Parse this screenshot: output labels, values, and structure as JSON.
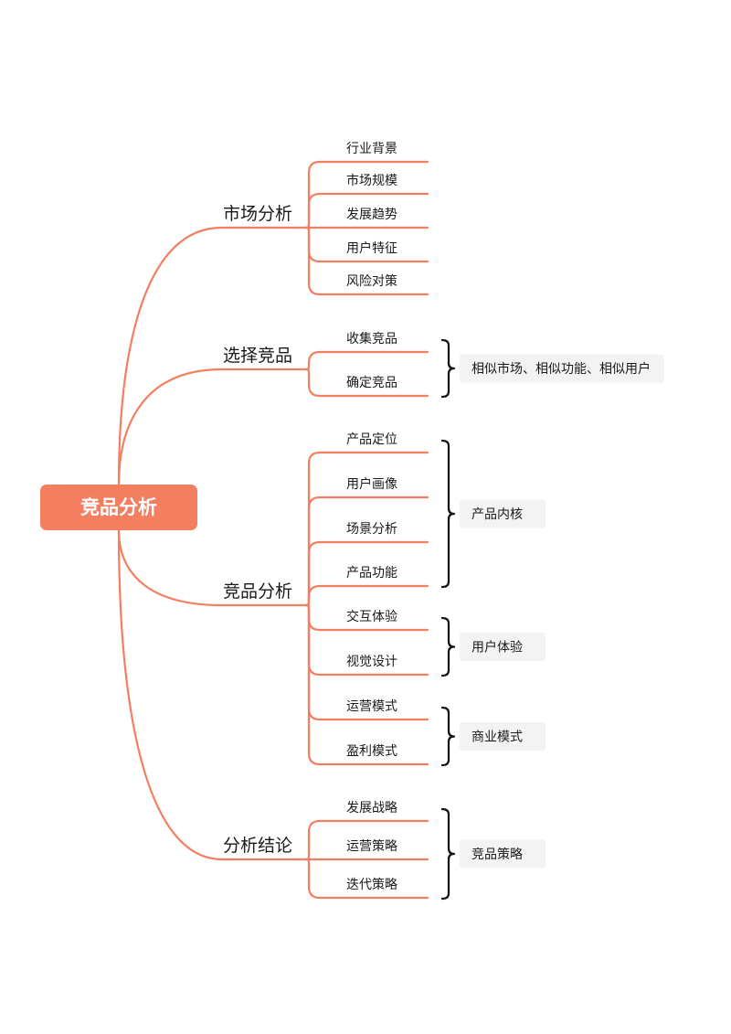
{
  "colors": {
    "accent": "#F47E60",
    "root_text": "#ffffff",
    "text": "#1a1a1a",
    "bracket": "#111111",
    "group_box": "#f3f3f3"
  },
  "root": {
    "label": "竞品分析"
  },
  "branches": [
    {
      "label": "市场分析",
      "items": [
        "行业背景",
        "市场规模",
        "发展趋势",
        "用户特征",
        "风险对策"
      ],
      "groups": []
    },
    {
      "label": "选择竞品",
      "items": [
        "收集竞品",
        "确定竞品"
      ],
      "groups": [
        {
          "label": "相似市场、相似功能、相似用户",
          "from": 0,
          "to": 1
        }
      ]
    },
    {
      "label": "竞品分析",
      "items": [
        "产品定位",
        "用户画像",
        "场景分析",
        "产品功能",
        "交互体验",
        "视觉设计",
        "运营模式",
        "盈利模式"
      ],
      "groups": [
        {
          "label": "产品内核",
          "from": 0,
          "to": 3
        },
        {
          "label": "用户体验",
          "from": 4,
          "to": 5
        },
        {
          "label": "商业模式",
          "from": 6,
          "to": 7
        }
      ]
    },
    {
      "label": "分析结论",
      "items": [
        "发展战略",
        "运营策略",
        "迭代策略"
      ],
      "groups": [
        {
          "label": "竞品策略",
          "from": 0,
          "to": 2
        }
      ]
    }
  ]
}
